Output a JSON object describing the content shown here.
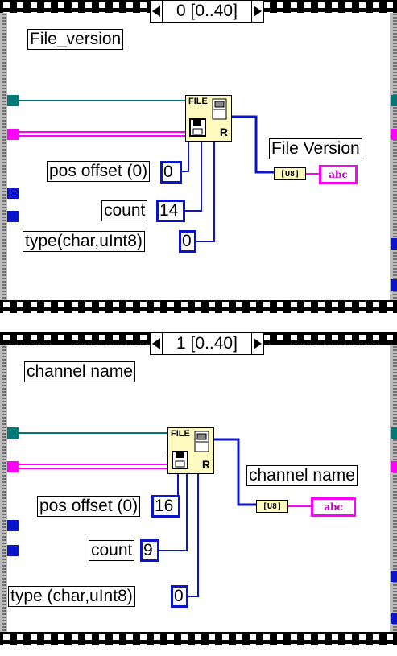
{
  "frames": [
    {
      "selector": "0 [0..40]",
      "label": "File_version",
      "pos_offset_label": "pos offset (0)",
      "pos_offset_value": "0",
      "count_label": "count",
      "count_value": "14",
      "type_label": "type(char,uInt8)",
      "type_value": "0",
      "output_label": "File Version"
    },
    {
      "selector": "1 [0..40]",
      "label": "channel name",
      "pos_offset_label": "pos offset (0)",
      "pos_offset_value": "16",
      "count_label": "count",
      "count_value": "9",
      "type_label": "type (char,uInt8)",
      "type_value": "0",
      "output_label": "channel name"
    }
  ],
  "file_icon_text": "FILE",
  "file_icon_mode": "R",
  "indicator_text": "abc",
  "convert_text": "[U8]",
  "colors": {
    "wire_blue": "#0a14c8",
    "wire_pink": "#ff00ff",
    "wire_teal": "#007878",
    "file_icon_bg": "#fffbc0"
  }
}
